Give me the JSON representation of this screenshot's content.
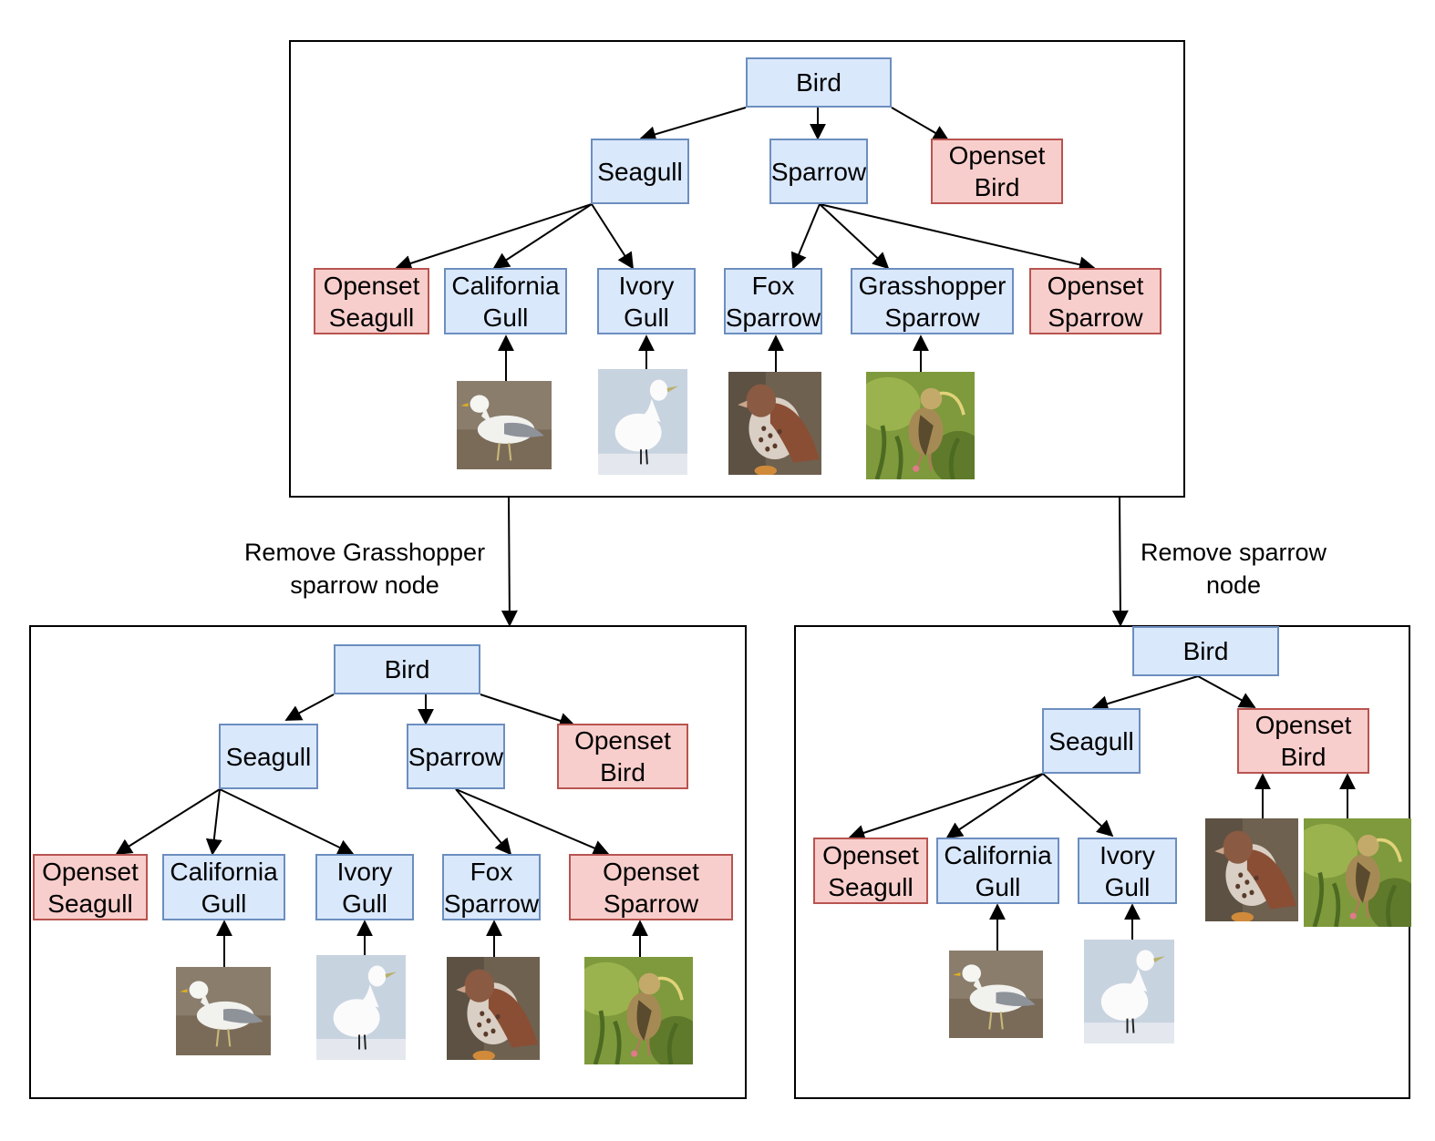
{
  "nodes": {
    "bird": "Bird",
    "seagull": "Seagull",
    "sparrow": "Sparrow",
    "openset_bird": "Openset\nBird",
    "openset_seagull": "Openset\nSeagull",
    "california_gull": "California\nGull",
    "ivory_gull": "Ivory\nGull",
    "fox_sparrow": "Fox\nSparrow",
    "grasshopper_sparrow": "Grasshopper\nSparrow",
    "openset_sparrow": "Openset\nSparrow"
  },
  "captions": {
    "left": "Remove Grasshopper\nsparrow node",
    "right": "Remove sparrow\nnode"
  },
  "colors": {
    "known_fill": "#dae8fc",
    "known_stroke": "#6c8ebf",
    "openset_fill": "#f8cecc",
    "openset_stroke": "#b85450"
  }
}
